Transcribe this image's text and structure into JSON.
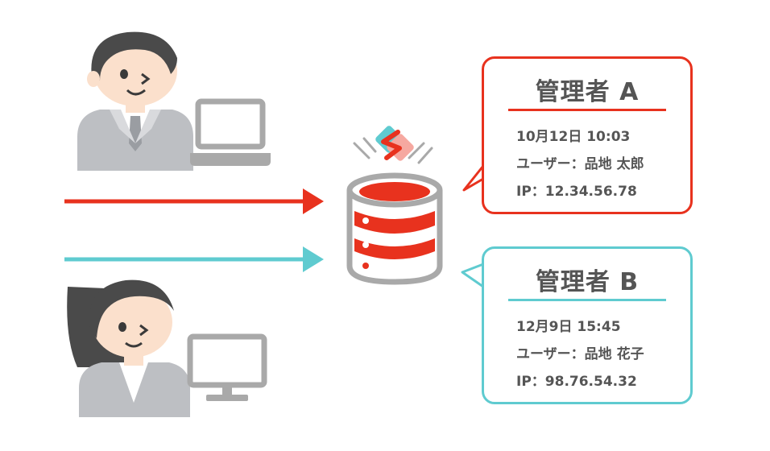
{
  "colors": {
    "accent_red": "#e8321e",
    "accent_teal": "#5fcbd0",
    "text_gray": "#555555",
    "icon_gray": "#a9a9a9"
  },
  "admins": [
    {
      "title": "管理者 A",
      "lines": [
        "10月12日 10:03",
        "ユーザー：品地 太郎",
        "IP：12.34.56.78"
      ]
    },
    {
      "title": "管理者 B",
      "lines": [
        "12月9日 15:45",
        "ユーザー：品地 花子",
        "IP：98.76.54.32"
      ]
    }
  ]
}
